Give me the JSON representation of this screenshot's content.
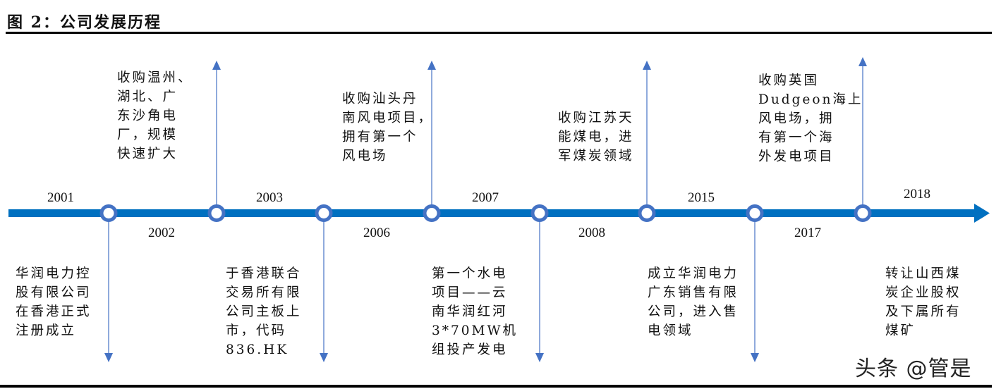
{
  "figure": {
    "label": "图 2：",
    "title": "公司发展历程"
  },
  "colors": {
    "timeline": "#0070c0",
    "node_ring": "#4472c4",
    "connector": "#8faadc",
    "arrowhead": "#4472c4"
  },
  "years": [
    {
      "label": "2001",
      "position": "above"
    },
    {
      "label": "2002",
      "position": "below"
    },
    {
      "label": "2003",
      "position": "above"
    },
    {
      "label": "2006",
      "position": "below"
    },
    {
      "label": "2007",
      "position": "above"
    },
    {
      "label": "2008",
      "position": "below"
    },
    {
      "label": "2015",
      "position": "above"
    },
    {
      "label": "2017",
      "position": "below"
    },
    {
      "label": "2018",
      "position": "above"
    }
  ],
  "events_below": [
    {
      "year": "2001",
      "text": "华润电力控\n股有限公司\n在香港正式\n注册成立"
    },
    {
      "year": "2003",
      "text": "于香港联合\n交易所有限\n公司主板上\n市，代码\n836.HK"
    },
    {
      "year": "2007",
      "text": "第一个水电\n项目——云\n南华润红河\n3*70MW机\n组投产发电"
    },
    {
      "year": "2015",
      "text": "成立华润电力\n广东销售有限\n公司，进入售\n电领域"
    },
    {
      "year": "2018",
      "text": "转让山西煤\n炭企业股权\n及下属所有\n煤矿"
    }
  ],
  "events_above": [
    {
      "year": "2002",
      "text": "收购温州、\n湖北、广\n东沙角电\n厂，规模\n快速扩大"
    },
    {
      "year": "2006",
      "text": "收购汕头丹\n南风电项目，\n拥有第一个\n风电场"
    },
    {
      "year": "2008",
      "text": "收购江苏天\n能煤电，进\n军煤炭领域"
    },
    {
      "year": "2017",
      "text": "收购英国\nDudgeon海上\n风电场，拥\n有第一个海\n外发电项目"
    }
  ],
  "watermark": "头条 @管是"
}
